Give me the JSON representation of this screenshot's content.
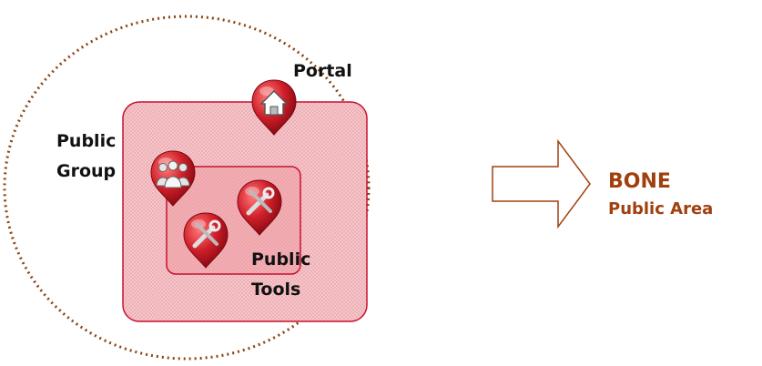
{
  "diagram": {
    "nodes": {
      "portal": {
        "label": "Portal",
        "icon": "home-icon"
      },
      "public_group": {
        "label_line1": "Public",
        "label_line2": "Group",
        "icon": "users-group-icon"
      },
      "public_tools": {
        "label_line1": "Public",
        "label_line2": "Tools",
        "icon": "tools-icon"
      }
    },
    "result": {
      "title": "BONE",
      "subtitle": "Public Area"
    },
    "colors": {
      "accent": "#a0400e",
      "ellipse_border": "#8b4513",
      "box_fill": "#f6c8cc",
      "box_border": "#c8102e",
      "pin_red": "#d01f2a"
    }
  }
}
